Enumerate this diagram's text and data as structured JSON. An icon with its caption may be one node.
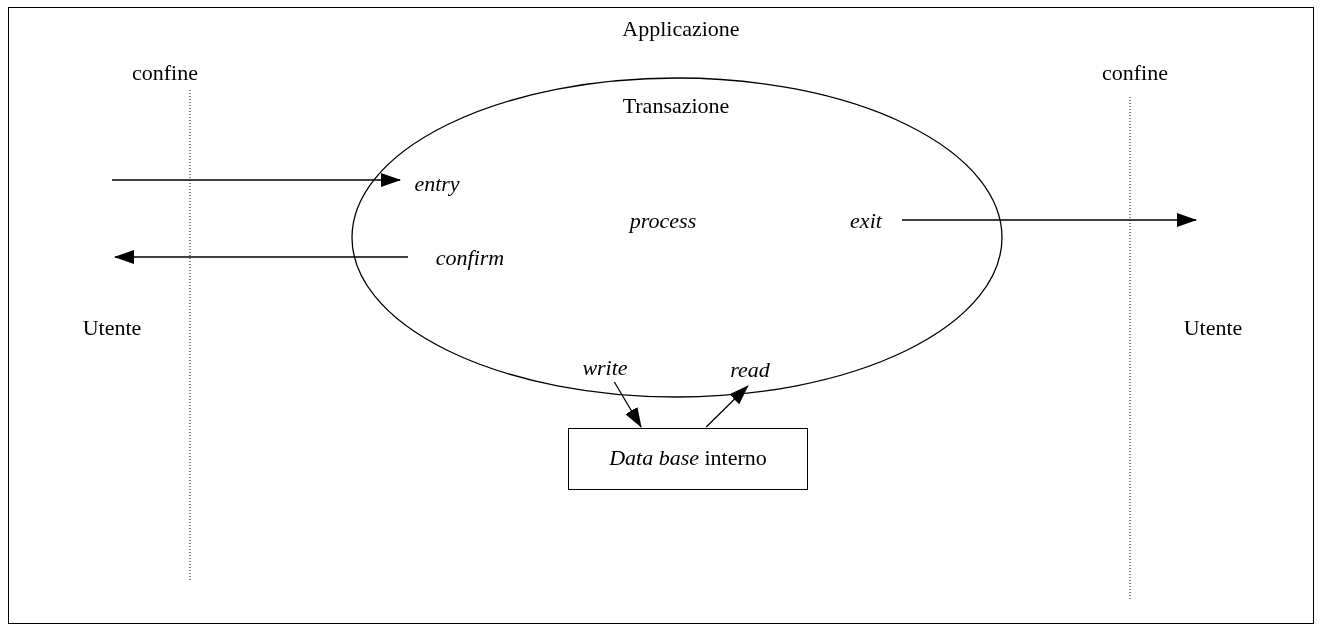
{
  "diagram": {
    "nodes": [
      {
        "text": [
          "Applicazione"
        ]
      },
      {
        "text": [
          "Transazione",
          "process"
        ],
        "in": 0
      },
      {
        "text": [
          "entry"
        ],
        "in": 1
      },
      {
        "text": [
          "confirm"
        ],
        "in": 1
      },
      {
        "text": [
          "exit"
        ],
        "in": 1
      },
      {
        "text": [
          "write"
        ],
        "in": 1
      },
      {
        "text": [
          "read"
        ],
        "in": 1
      },
      {
        "text": [
          "*Data base* interno"
        ],
        "in": 0
      }
    ],
    "edges": [
      {
        "from": null,
        "to": 2,
        "arrow": "to"
      },
      {
        "from": 3,
        "to": null,
        "arrow": "to"
      },
      {
        "from": 4,
        "to": null,
        "arrow": "to"
      },
      {
        "from": 5,
        "to": 7,
        "arrow": "to"
      },
      {
        "from": 7,
        "to": 6,
        "arrow": "to"
      }
    ],
    "labels": [
      "confine",
      "confine",
      "Utente",
      "Utente"
    ]
  }
}
